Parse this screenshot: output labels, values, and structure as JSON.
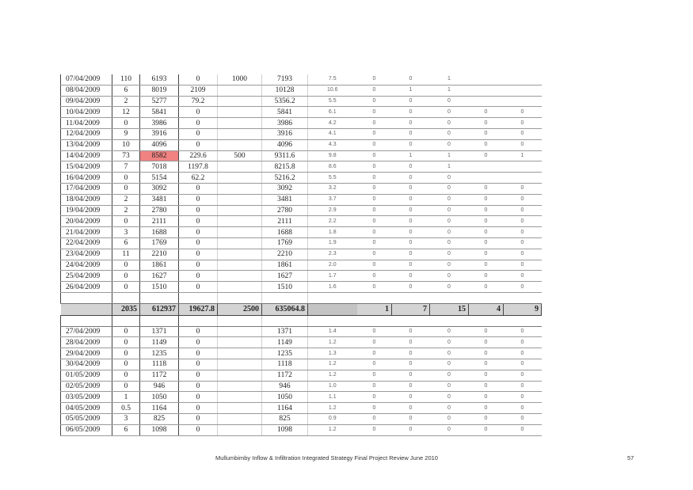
{
  "table": {
    "rows_top": [
      [
        "07/04/2009",
        "110",
        "6193",
        "0",
        "1000",
        "7193",
        "7.5",
        "0",
        "0",
        "1",
        "",
        ""
      ],
      [
        "08/04/2009",
        "6",
        "8019",
        "2109",
        "",
        "10128",
        "10.6",
        "0",
        "1",
        "1",
        "",
        ""
      ],
      [
        "09/04/2009",
        "2",
        "5277",
        "79.2",
        "",
        "5356.2",
        "5.5",
        "0",
        "0",
        "0",
        "",
        ""
      ],
      [
        "10/04/2009",
        "12",
        "5841",
        "0",
        "",
        "5841",
        "6.1",
        "0",
        "0",
        "0",
        "0",
        "0"
      ],
      [
        "11/04/2009",
        "0",
        "3986",
        "0",
        "",
        "3986",
        "4.2",
        "0",
        "0",
        "0",
        "0",
        "0"
      ],
      [
        "12/04/2009",
        "9",
        "3916",
        "0",
        "",
        "3916",
        "4.1",
        "0",
        "0",
        "0",
        "0",
        "0"
      ],
      [
        "13/04/2009",
        "10",
        "4096",
        "0",
        "",
        "4096",
        "4.3",
        "0",
        "0",
        "0",
        "0",
        "0"
      ],
      [
        "14/04/2009",
        "73",
        "8582",
        "229.6",
        "500",
        "9311.6",
        "9.8",
        "0",
        "1",
        "1",
        "0",
        "1"
      ],
      [
        "15/04/2009",
        "7",
        "7018",
        "1197.8",
        "",
        "8215.8",
        "8.6",
        "0",
        "0",
        "1",
        "",
        ""
      ],
      [
        "16/04/2009",
        "0",
        "5154",
        "62.2",
        "",
        "5216.2",
        "5.5",
        "0",
        "0",
        "0",
        "",
        ""
      ],
      [
        "17/04/2009",
        "0",
        "3092",
        "0",
        "",
        "3092",
        "3.2",
        "0",
        "0",
        "0",
        "0",
        "0"
      ],
      [
        "18/04/2009",
        "2",
        "3481",
        "0",
        "",
        "3481",
        "3.7",
        "0",
        "0",
        "0",
        "0",
        "0"
      ],
      [
        "19/04/2009",
        "2",
        "2780",
        "0",
        "",
        "2780",
        "2.9",
        "0",
        "0",
        "0",
        "0",
        "0"
      ],
      [
        "20/04/2009",
        "0",
        "2111",
        "0",
        "",
        "2111",
        "2.2",
        "0",
        "0",
        "0",
        "0",
        "0"
      ],
      [
        "21/04/2009",
        "3",
        "1688",
        "0",
        "",
        "1688",
        "1.8",
        "0",
        "0",
        "0",
        "0",
        "0"
      ],
      [
        "22/04/2009",
        "6",
        "1769",
        "0",
        "",
        "1769",
        "1.9",
        "0",
        "0",
        "0",
        "0",
        "0"
      ],
      [
        "23/04/2009",
        "11",
        "2210",
        "0",
        "",
        "2210",
        "2.3",
        "0",
        "0",
        "0",
        "0",
        "0"
      ],
      [
        "24/04/2009",
        "0",
        "1861",
        "0",
        "",
        "1861",
        "2.0",
        "0",
        "0",
        "0",
        "0",
        "0"
      ],
      [
        "25/04/2009",
        "0",
        "1627",
        "0",
        "",
        "1627",
        "1.7",
        "0",
        "0",
        "0",
        "0",
        "0"
      ],
      [
        "26/04/2009",
        "0",
        "1510",
        "0",
        "",
        "1510",
        "1.6",
        "0",
        "0",
        "0",
        "0",
        "0"
      ]
    ],
    "totals": [
      "2035",
      "612937",
      "19627.8",
      "2500",
      "635064.8",
      "1",
      "7",
      "15",
      "4",
      "9"
    ],
    "rows_bottom": [
      [
        "27/04/2009",
        "0",
        "1371",
        "0",
        "",
        "1371",
        "1.4",
        "0",
        "0",
        "0",
        "0",
        "0"
      ],
      [
        "28/04/2009",
        "0",
        "1149",
        "0",
        "",
        "1149",
        "1.2",
        "0",
        "0",
        "0",
        "0",
        "0"
      ],
      [
        "29/04/2009",
        "0",
        "1235",
        "0",
        "",
        "1235",
        "1.3",
        "0",
        "0",
        "0",
        "0",
        "0"
      ],
      [
        "30/04/2009",
        "0",
        "1118",
        "0",
        "",
        "1118",
        "1.2",
        "0",
        "0",
        "0",
        "0",
        "0"
      ],
      [
        "01/05/2009",
        "0",
        "1172",
        "0",
        "",
        "1172",
        "1.2",
        "0",
        "0",
        "0",
        "0",
        "0"
      ],
      [
        "02/05/2009",
        "0",
        "946",
        "0",
        "",
        "946",
        "1.0",
        "0",
        "0",
        "0",
        "0",
        "0"
      ],
      [
        "03/05/2009",
        "1",
        "1050",
        "0",
        "",
        "1050",
        "1.1",
        "0",
        "0",
        "0",
        "0",
        "0"
      ],
      [
        "04/05/2009",
        "0.5",
        "1164",
        "0",
        "",
        "1164",
        "1.2",
        "0",
        "0",
        "0",
        "0",
        "0"
      ],
      [
        "05/05/2009",
        "3",
        "825",
        "0",
        "",
        "825",
        "0.9",
        "0",
        "0",
        "0",
        "0",
        "0"
      ],
      [
        "06/05/2009",
        "6",
        "1098",
        "0",
        "",
        "1098",
        "1.2",
        "0",
        "0",
        "0",
        "0",
        "0"
      ]
    ],
    "highlight_color": "#f08282"
  },
  "footer": {
    "text": "Mullumbimby Inflow & Infiltration Integrated Strategy Final Project Review June 2010",
    "page_number": "57"
  }
}
